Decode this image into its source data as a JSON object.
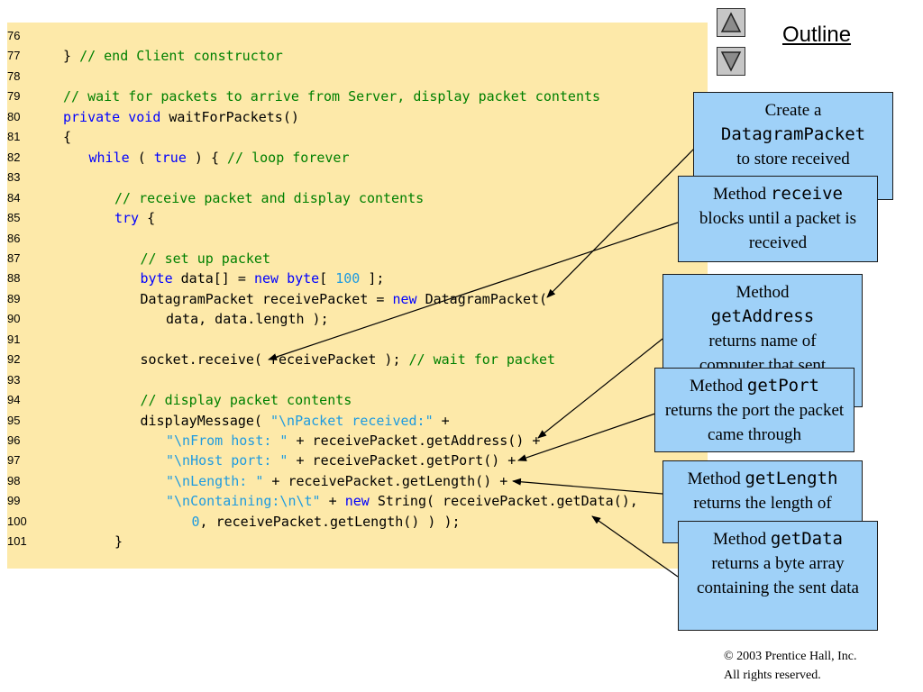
{
  "outline": {
    "label": "Outline"
  },
  "nav": {
    "up_icon": "triangle-up-icon",
    "down_icon": "triangle-down-icon"
  },
  "code": {
    "lines": [
      {
        "num": "76",
        "indent": 0,
        "tokens": []
      },
      {
        "num": "77",
        "indent": 1,
        "tokens": [
          {
            "t": "} ",
            "c": "tx"
          },
          {
            "t": "// end Client constructor",
            "c": "cm"
          }
        ]
      },
      {
        "num": "78",
        "indent": 0,
        "tokens": []
      },
      {
        "num": "79",
        "indent": 1,
        "tokens": [
          {
            "t": "// wait for packets to arrive from Server, display packet contents",
            "c": "cm"
          }
        ]
      },
      {
        "num": "80",
        "indent": 1,
        "tokens": [
          {
            "t": "private ",
            "c": "kw"
          },
          {
            "t": "void ",
            "c": "kw"
          },
          {
            "t": "waitForPackets()",
            "c": "tx"
          }
        ]
      },
      {
        "num": "81",
        "indent": 1,
        "tokens": [
          {
            "t": "{",
            "c": "tx"
          }
        ]
      },
      {
        "num": "82",
        "indent": 2,
        "tokens": [
          {
            "t": "while ",
            "c": "kw"
          },
          {
            "t": "( ",
            "c": "tx"
          },
          {
            "t": "true",
            "c": "kw"
          },
          {
            "t": " ) { ",
            "c": "tx"
          },
          {
            "t": "// loop forever",
            "c": "cm"
          }
        ]
      },
      {
        "num": "83",
        "indent": 0,
        "tokens": []
      },
      {
        "num": "84",
        "indent": 3,
        "tokens": [
          {
            "t": "// receive packet and display contents",
            "c": "cm"
          }
        ]
      },
      {
        "num": "85",
        "indent": 3,
        "tokens": [
          {
            "t": "try ",
            "c": "kw"
          },
          {
            "t": "{",
            "c": "tx"
          }
        ]
      },
      {
        "num": "86",
        "indent": 0,
        "tokens": []
      },
      {
        "num": "87",
        "indent": 4,
        "tokens": [
          {
            "t": "// set up packet",
            "c": "cm"
          }
        ]
      },
      {
        "num": "88",
        "indent": 4,
        "tokens": [
          {
            "t": "byte ",
            "c": "kw"
          },
          {
            "t": "data[] = ",
            "c": "tx"
          },
          {
            "t": "new ",
            "c": "kw"
          },
          {
            "t": "byte",
            "c": "kw"
          },
          {
            "t": "[ ",
            "c": "tx"
          },
          {
            "t": "100",
            "c": "st"
          },
          {
            "t": " ];",
            "c": "tx"
          }
        ]
      },
      {
        "num": "89",
        "indent": 4,
        "tokens": [
          {
            "t": "DatagramPacket receivePacket = ",
            "c": "tx"
          },
          {
            "t": "new ",
            "c": "kw"
          },
          {
            "t": "DatagramPacket(",
            "c": "tx"
          }
        ]
      },
      {
        "num": "90",
        "indent": 5,
        "tokens": [
          {
            "t": "data, data.length );",
            "c": "tx"
          }
        ]
      },
      {
        "num": "91",
        "indent": 0,
        "tokens": []
      },
      {
        "num": "92",
        "indent": 4,
        "tokens": [
          {
            "t": "socket.receive( receivePacket ); ",
            "c": "tx"
          },
          {
            "t": "// wait for packet",
            "c": "cm"
          }
        ]
      },
      {
        "num": "93",
        "indent": 0,
        "tokens": []
      },
      {
        "num": "94",
        "indent": 4,
        "tokens": [
          {
            "t": "// display packet contents",
            "c": "cm"
          }
        ]
      },
      {
        "num": "95",
        "indent": 4,
        "tokens": [
          {
            "t": "displayMessage( ",
            "c": "tx"
          },
          {
            "t": "\"\\nPacket received:\"",
            "c": "st"
          },
          {
            "t": " +",
            "c": "tx"
          }
        ]
      },
      {
        "num": "96",
        "indent": 5,
        "tokens": [
          {
            "t": "\"\\nFrom host: \"",
            "c": "st"
          },
          {
            "t": " + receivePacket.getAddress() +",
            "c": "tx"
          }
        ]
      },
      {
        "num": "97",
        "indent": 5,
        "tokens": [
          {
            "t": "\"\\nHost port: \"",
            "c": "st"
          },
          {
            "t": " + receivePacket.getPort() +",
            "c": "tx"
          }
        ]
      },
      {
        "num": "98",
        "indent": 5,
        "tokens": [
          {
            "t": "\"\\nLength: \"",
            "c": "st"
          },
          {
            "t": " + receivePacket.getLength() +",
            "c": "tx"
          }
        ]
      },
      {
        "num": "99",
        "indent": 5,
        "tokens": [
          {
            "t": "\"\\nContaining:\\n\\t\"",
            "c": "st"
          },
          {
            "t": " + ",
            "c": "tx"
          },
          {
            "t": "new ",
            "c": "kw"
          },
          {
            "t": "String( receivePacket.getData(),",
            "c": "tx"
          }
        ]
      },
      {
        "num": "100",
        "indent": 6,
        "tokens": [
          {
            "t": "0",
            "c": "st"
          },
          {
            "t": ", receivePacket.getLength() ) );",
            "c": "tx"
          }
        ]
      },
      {
        "num": "101",
        "indent": 3,
        "tokens": [
          {
            "t": "}",
            "c": "tx"
          }
        ]
      }
    ]
  },
  "callouts": {
    "c1": {
      "pre": "Create a",
      "code": "DatagramPacket",
      "post": "to store received"
    },
    "c2": {
      "pre": "Method ",
      "code": "receive",
      "post": "blocks until a packet is received"
    },
    "c3": {
      "pre": "Method",
      "code": "getAddress",
      "post": "returns name of computer that sent"
    },
    "c4": {
      "pre": "Method ",
      "code": "getPort",
      "post": "returns the port the packet came through"
    },
    "c5": {
      "pre": "Method ",
      "code": "getLength",
      "post": "returns the length of"
    },
    "c6": {
      "pre": "Method ",
      "code": "getData",
      "post": "returns a byte array containing the sent data"
    }
  },
  "copyright": {
    "line1": "© 2003 Prentice Hall, Inc.",
    "line2": "All rights reserved."
  }
}
